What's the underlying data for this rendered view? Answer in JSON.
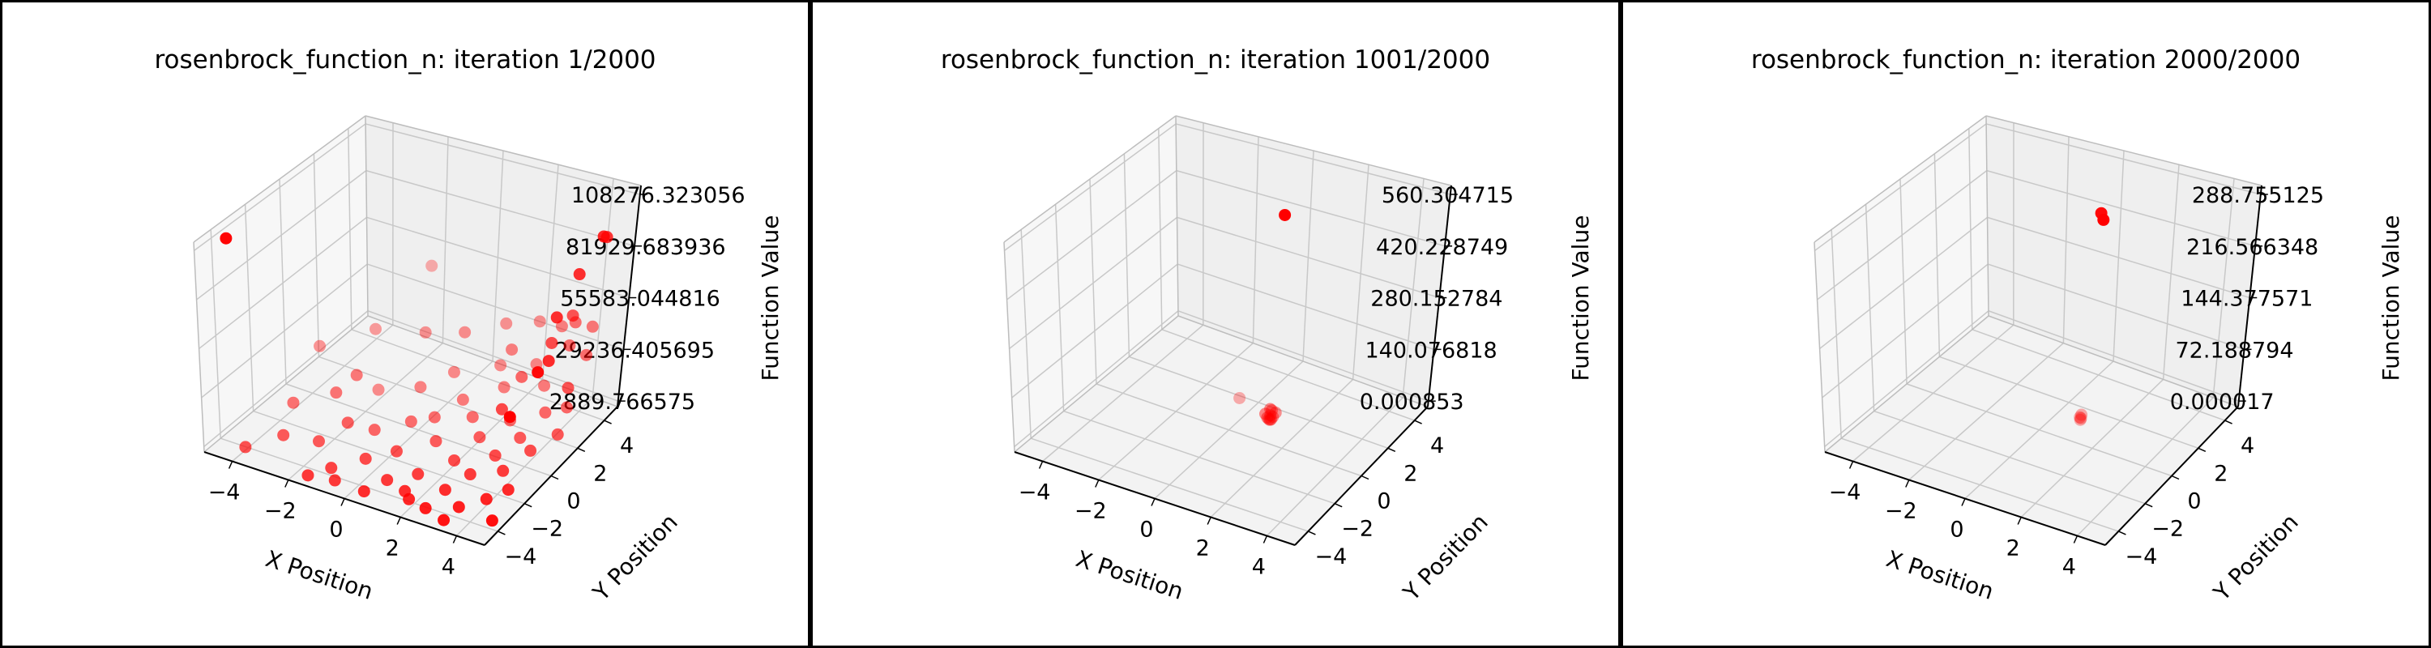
{
  "chart_data": [
    {
      "type": "scatter3d",
      "title": "rosenbrock_function_n: iteration 1/2000",
      "xlabel": "X Position",
      "ylabel": "Y Position",
      "zlabel": "Function Value",
      "xlim": [
        -5,
        5
      ],
      "ylim": [
        -5,
        5
      ],
      "zlim": [
        43,
        112808
      ],
      "xticks": [
        "−4",
        "−2",
        "0",
        "2",
        "4"
      ],
      "xtick_values": [
        -4,
        -2,
        0,
        2,
        4
      ],
      "yticks": [
        "−4",
        "−2",
        "0",
        "2",
        "4"
      ],
      "ytick_values": [
        -4,
        -2,
        0,
        2,
        4
      ],
      "zticks": [
        "2889.766575",
        "29236.405695",
        "55583.044816",
        "81929.683936",
        "108276.323056"
      ],
      "ztick_values": [
        2889.766575,
        29236.405695,
        55583.044816,
        81929.683936,
        108276.323056
      ],
      "grid": true,
      "color": "#ff0000",
      "points": [
        [
          -4.6,
          -3.8,
          108276
        ],
        [
          4.8,
          3.2,
          98000
        ],
        [
          4.6,
          3.8,
          93000
        ],
        [
          4.4,
          2.5,
          82000
        ],
        [
          4.2,
          1.5,
          66000
        ],
        [
          4.9,
          -1.0,
          58000
        ],
        [
          4.0,
          3.0,
          56000
        ],
        [
          4.5,
          0.5,
          52000
        ],
        [
          3.8,
          2.0,
          48000
        ],
        [
          4.7,
          -2.5,
          45000
        ],
        [
          3.6,
          4.0,
          44000
        ],
        [
          -2.2,
          4.5,
          45000
        ],
        [
          -3.5,
          -2.0,
          12000
        ],
        [
          -3.0,
          -3.5,
          8000
        ],
        [
          -2.5,
          -1.0,
          15000
        ],
        [
          -2.0,
          -3.0,
          6000
        ],
        [
          -1.8,
          0.5,
          9000
        ],
        [
          -1.5,
          -2.0,
          11000
        ],
        [
          -1.0,
          -4.0,
          4000
        ],
        [
          -0.8,
          -1.5,
          7000
        ],
        [
          -0.5,
          1.0,
          13000
        ],
        [
          -0.3,
          -3.0,
          5000
        ],
        [
          0.0,
          -0.5,
          8000
        ],
        [
          0.2,
          2.0,
          17000
        ],
        [
          0.4,
          -2.2,
          6500
        ],
        [
          0.6,
          0.0,
          9500
        ],
        [
          0.8,
          -3.6,
          3500
        ],
        [
          1.0,
          1.2,
          12000
        ],
        [
          1.2,
          -1.0,
          7000
        ],
        [
          1.4,
          3.0,
          19000
        ],
        [
          1.5,
          -2.8,
          4200
        ],
        [
          1.7,
          0.6,
          10500
        ],
        [
          1.9,
          -4.2,
          3100
        ],
        [
          2.0,
          2.2,
          16000
        ],
        [
          2.2,
          -1.6,
          6000
        ],
        [
          2.4,
          -0.2,
          9000
        ],
        [
          2.5,
          3.5,
          21000
        ],
        [
          2.7,
          -3.2,
          4600
        ],
        [
          2.9,
          1.0,
          11500
        ],
        [
          3.0,
          -2.0,
          5500
        ],
        [
          3.2,
          2.8,
          18000
        ],
        [
          3.3,
          -0.8,
          8000
        ],
        [
          3.5,
          -3.8,
          3800
        ],
        [
          3.6,
          0.4,
          10000
        ],
        [
          3.8,
          1.8,
          14000
        ],
        [
          3.9,
          -1.4,
          7200
        ],
        [
          4.1,
          -3.0,
          5000
        ],
        [
          4.2,
          0.0,
          9000
        ],
        [
          4.4,
          2.2,
          16500
        ],
        [
          4.5,
          -2.2,
          6000
        ],
        [
          4.7,
          1.0,
          12500
        ],
        [
          4.8,
          -4.0,
          4400
        ],
        [
          -4.0,
          0.5,
          22000
        ],
        [
          -3.8,
          -4.5,
          5000
        ],
        [
          -2.8,
          2.0,
          26000
        ],
        [
          -2.2,
          -0.2,
          20000
        ],
        [
          -1.2,
          2.5,
          28000
        ],
        [
          0.0,
          3.0,
          30000
        ],
        [
          1.0,
          4.0,
          32000
        ],
        [
          2.0,
          4.5,
          34000
        ],
        [
          3.0,
          4.2,
          38000
        ],
        [
          -0.6,
          -4.5,
          3000
        ],
        [
          0.5,
          -4.6,
          3300
        ],
        [
          1.6,
          -3.9,
          3700
        ],
        [
          2.6,
          -4.4,
          3200
        ],
        [
          3.4,
          -4.7,
          3000
        ],
        [
          -1.4,
          -4.8,
          3900
        ],
        [
          3.7,
          3.5,
          36000
        ],
        [
          4.0,
          4.5,
          40000
        ],
        [
          2.8,
          1.9,
          27000
        ],
        [
          1.8,
          3.0,
          29000
        ],
        [
          3.1,
          0.0,
          25000
        ],
        [
          4.6,
          1.8,
          30000
        ],
        [
          4.3,
          3.6,
          33000
        ]
      ]
    },
    {
      "type": "scatter3d",
      "title": "rosenbrock_function_n: iteration 1001/2000",
      "xlabel": "X Position",
      "ylabel": "Y Position",
      "zlabel": "Function Value",
      "xlim": [
        -5,
        5
      ],
      "ylim": [
        -5,
        5
      ],
      "zlim": [
        -15,
        584.4
      ],
      "xticks": [
        "−4",
        "−2",
        "0",
        "2",
        "4"
      ],
      "xtick_values": [
        -4,
        -2,
        0,
        2,
        4
      ],
      "yticks": [
        "−4",
        "−2",
        "0",
        "2",
        "4"
      ],
      "ytick_values": [
        -4,
        -2,
        0,
        2,
        4
      ],
      "zticks": [
        "0.000853",
        "140.076818",
        "280.152784",
        "420.228749",
        "560.304715"
      ],
      "ztick_values": [
        0.000853,
        140.076818,
        280.152784,
        420.228749,
        560.304715
      ],
      "grid": true,
      "color": "#ff0000",
      "points": [
        [
          1.2,
          1.3,
          560.3
        ],
        [
          -0.45,
          1.5,
          5
        ],
        [
          1.0,
          1.0,
          0.0009
        ],
        [
          1.02,
          1.04,
          1
        ],
        [
          0.98,
          0.96,
          3
        ],
        [
          1.05,
          1.1,
          6
        ],
        [
          0.95,
          0.9,
          9
        ],
        [
          1.0,
          1.02,
          12
        ],
        [
          1.1,
          1.2,
          15
        ],
        [
          0.9,
          0.85,
          20
        ],
        [
          1.03,
          1.06,
          25
        ],
        [
          1.0,
          1.0,
          30
        ]
      ]
    },
    {
      "type": "scatter3d",
      "title": "rosenbrock_function_n: iteration 2000/2000",
      "xlabel": "X Position",
      "ylabel": "Y Position",
      "zlabel": "Function Value",
      "xlim": [
        -5,
        5
      ],
      "ylim": [
        -5,
        5
      ],
      "zlim": [
        -7.8,
        301.2
      ],
      "xticks": [
        "−4",
        "−2",
        "0",
        "2",
        "4"
      ],
      "xtick_values": [
        -4,
        -2,
        0,
        2,
        4
      ],
      "yticks": [
        "−4",
        "−2",
        "0",
        "2",
        "4"
      ],
      "ytick_values": [
        -4,
        -2,
        0,
        2,
        4
      ],
      "zticks": [
        "0.000017",
        "72.188794",
        "144.377571",
        "216.566348",
        "288.755125"
      ],
      "ztick_values": [
        1.7e-05,
        72.188794,
        144.377571,
        216.566348,
        288.755125
      ],
      "grid": true,
      "color": "#ff0000",
      "points": [
        [
          1.3,
          1.5,
          288.76
        ],
        [
          1.5,
          1.3,
          285
        ],
        [
          1.0,
          1.0,
          2e-05
        ],
        [
          1.01,
          1.02,
          2
        ],
        [
          0.99,
          0.98,
          4
        ],
        [
          1.02,
          1.03,
          7
        ]
      ]
    }
  ]
}
